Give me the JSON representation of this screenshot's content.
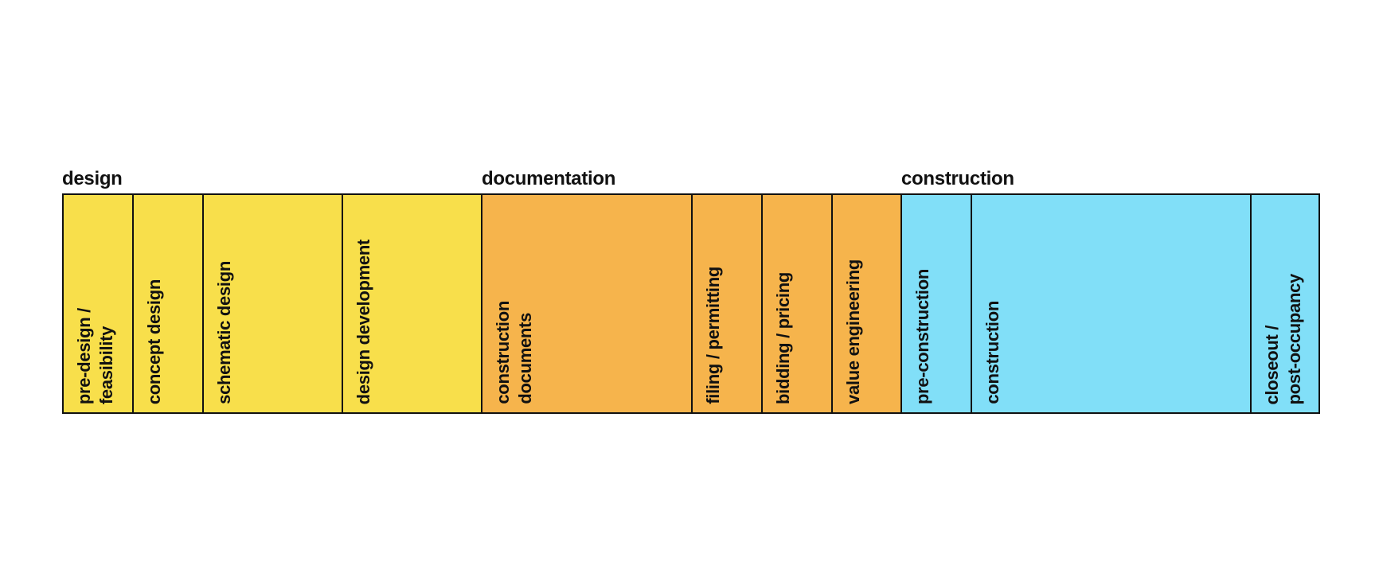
{
  "colors": {
    "design": "#f8df4b",
    "documentation": "#f6b44c",
    "construction": "#81dff8",
    "border": "#111111"
  },
  "phases": [
    {
      "key": "design",
      "label": "design"
    },
    {
      "key": "documentation",
      "label": "documentation"
    },
    {
      "key": "construction",
      "label": "construction"
    }
  ],
  "stages": [
    {
      "label": "pre-design /\nfeasibility",
      "phase": "design"
    },
    {
      "label": "concept design",
      "phase": "design"
    },
    {
      "label": "schematic design",
      "phase": "design"
    },
    {
      "label": "design development",
      "phase": "design"
    },
    {
      "label": "construction\ndocuments",
      "phase": "documentation"
    },
    {
      "label": "filing / permitting",
      "phase": "documentation"
    },
    {
      "label": "bidding / pricing",
      "phase": "documentation"
    },
    {
      "label": "value engineering",
      "phase": "documentation"
    },
    {
      "label": "pre-construction",
      "phase": "construction"
    },
    {
      "label": "construction",
      "phase": "construction"
    },
    {
      "label": "closeout /\npost-occupancy",
      "phase": "construction"
    }
  ]
}
